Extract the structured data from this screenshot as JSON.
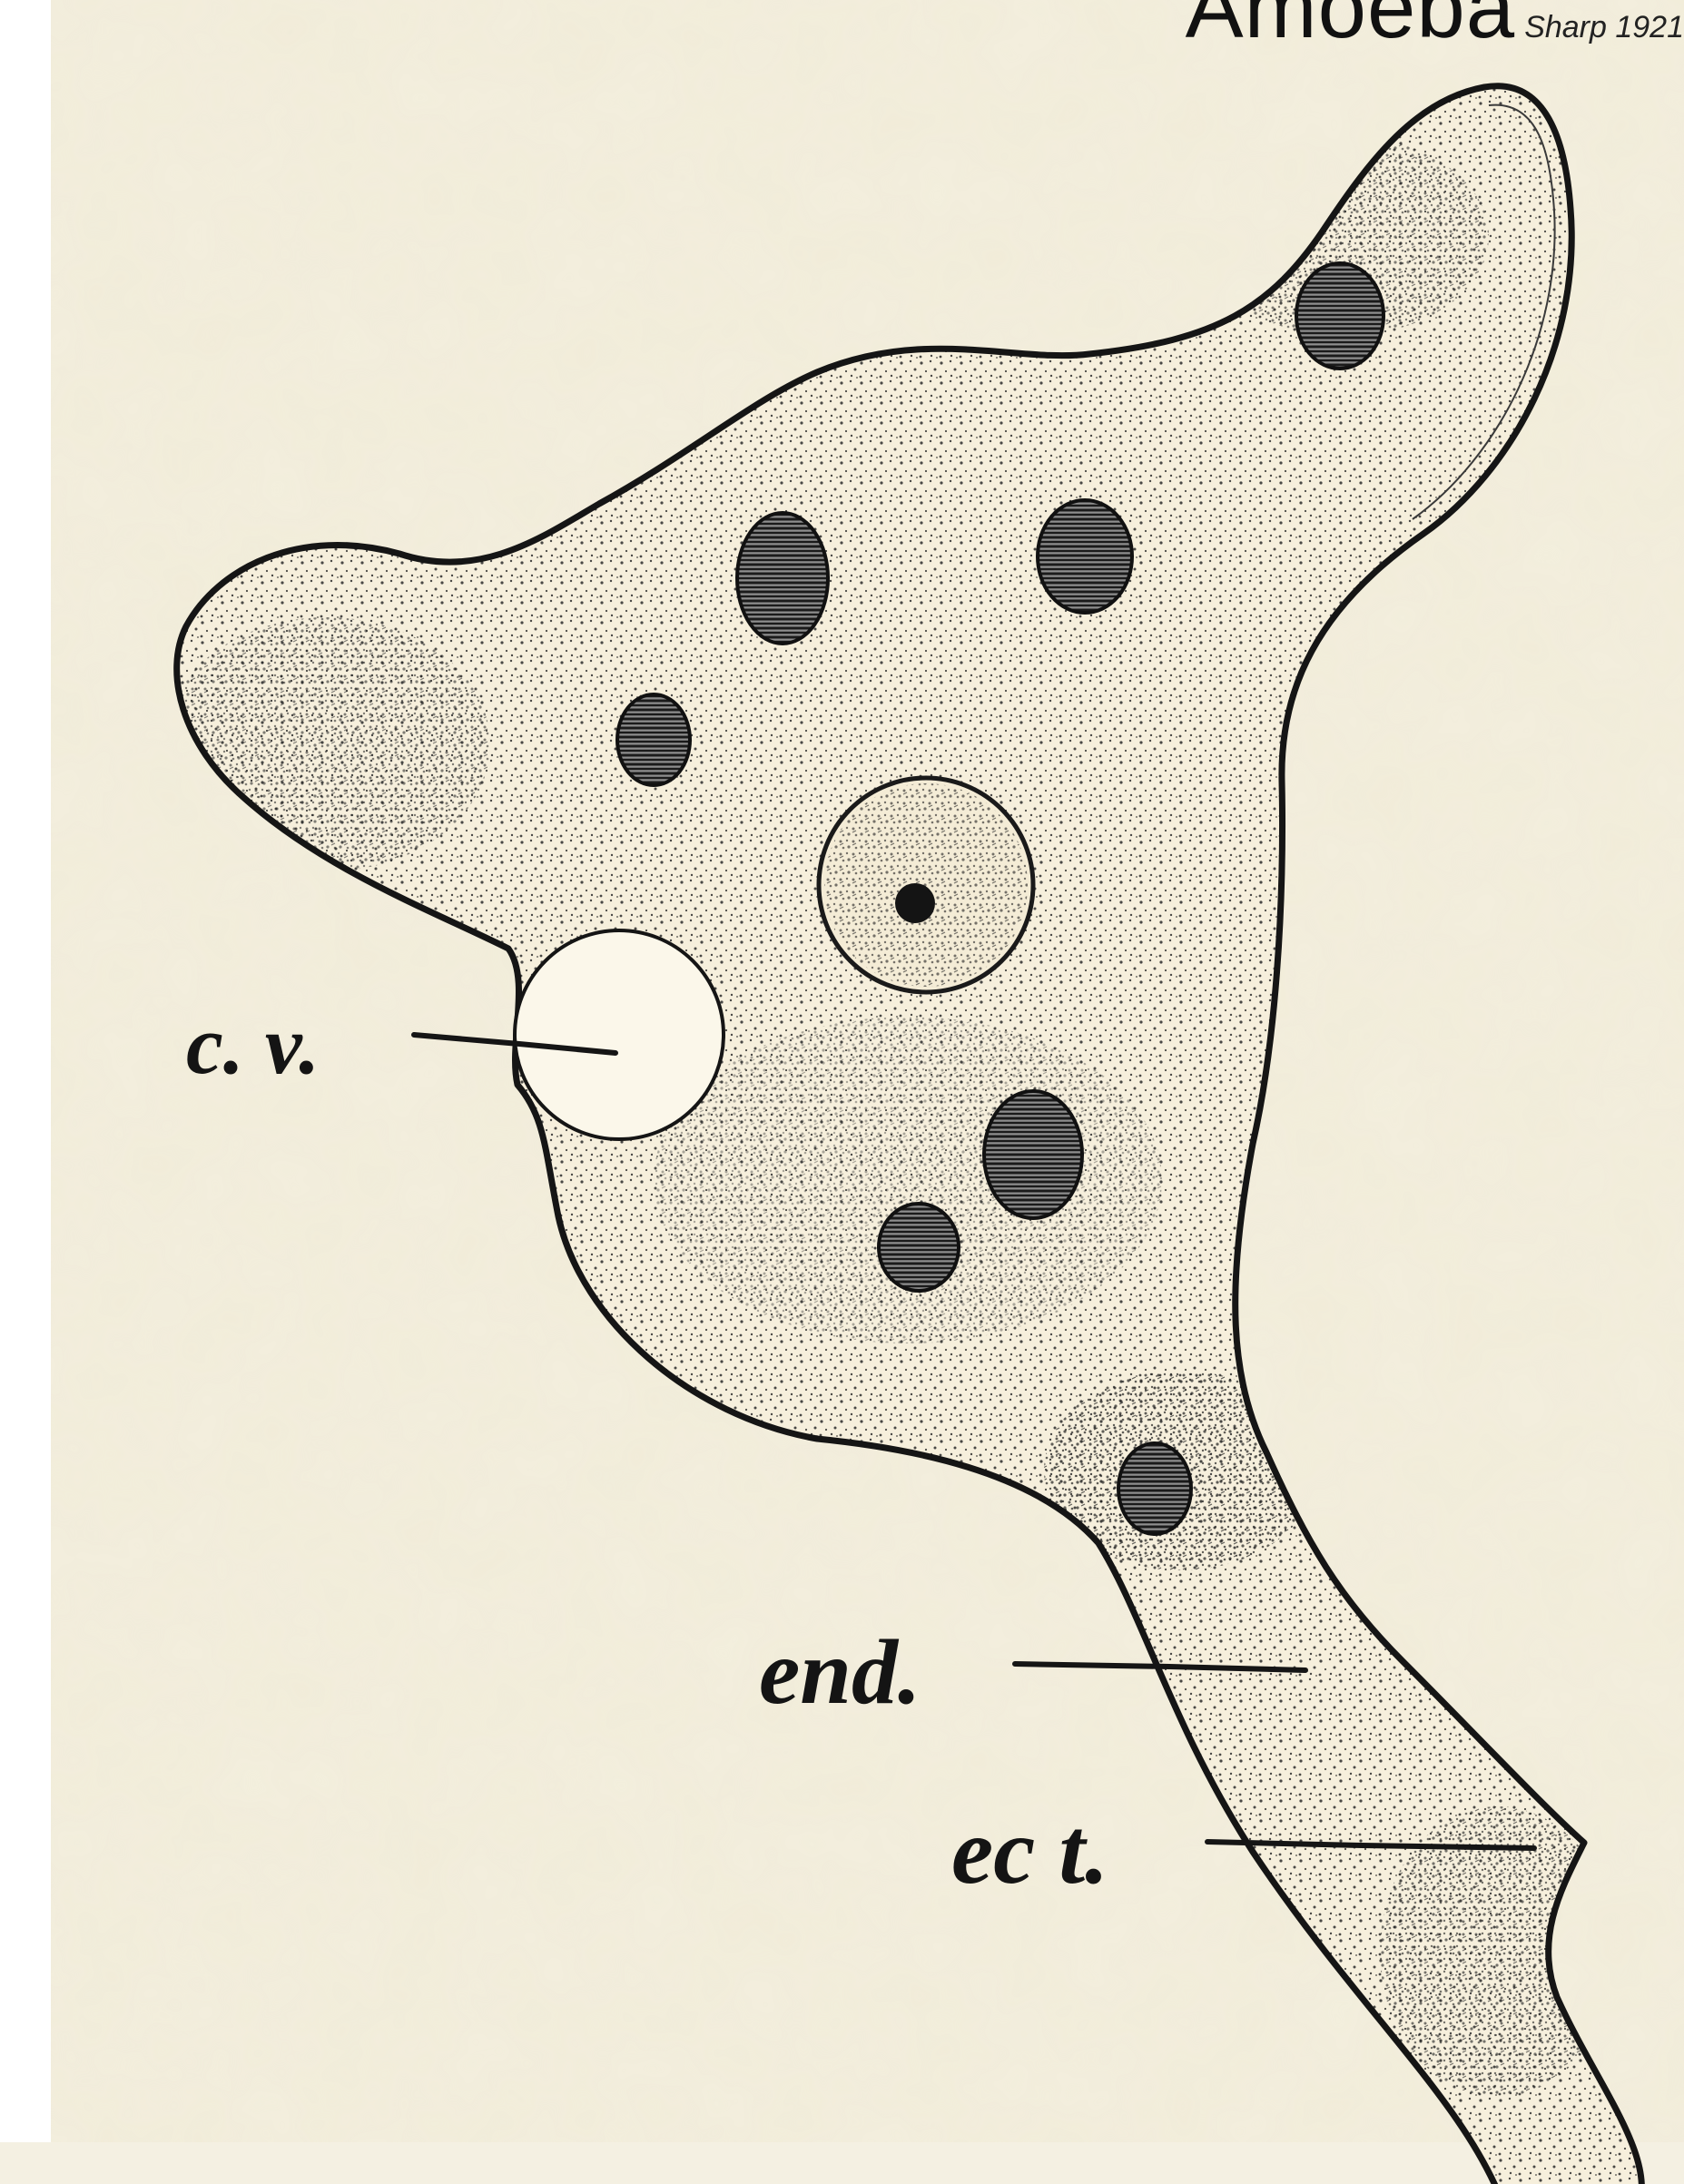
{
  "title": {
    "main": "Amoeba",
    "credit": "Sharp 1921"
  },
  "labels": {
    "contractile_vacuole": "c. v.",
    "endoplasm": "end.",
    "ectoplasm": "ec t."
  },
  "colors": {
    "paper": "#f1ecd9",
    "ink": "#1a1a1a",
    "cytoplasm": "#f6efdc"
  }
}
